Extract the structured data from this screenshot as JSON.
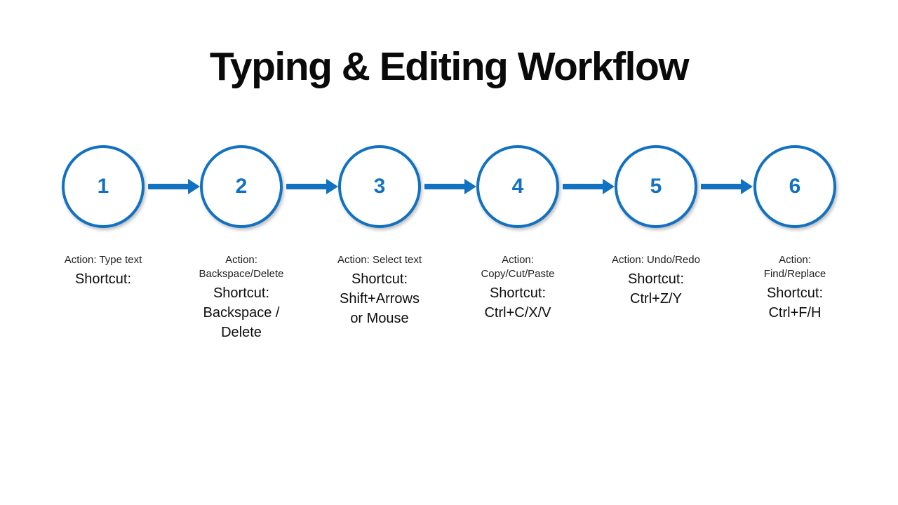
{
  "title": "Typing & Editing Workflow",
  "colors": {
    "accent": "#1271C1",
    "title_text": "#0A0A0A",
    "body_text": "#1F1F1F",
    "background": "#FFFFFF"
  },
  "steps": [
    {
      "number": "1",
      "action": "Action: Type text",
      "shortcut": "Shortcut:"
    },
    {
      "number": "2",
      "action": "Action:\nBackspace/Delete",
      "shortcut": "Shortcut:\nBackspace /\nDelete"
    },
    {
      "number": "3",
      "action": "Action: Select text",
      "shortcut": "Shortcut:\nShift+Arrows\nor Mouse"
    },
    {
      "number": "4",
      "action": "Action:\nCopy/Cut/Paste",
      "shortcut": "Shortcut:\nCtrl+C/X/V"
    },
    {
      "number": "5",
      "action": "Action: Undo/Redo",
      "shortcut": "Shortcut:\nCtrl+Z/Y"
    },
    {
      "number": "6",
      "action": "Action:\nFind/Replace",
      "shortcut": "Shortcut:\nCtrl+F/H"
    }
  ]
}
